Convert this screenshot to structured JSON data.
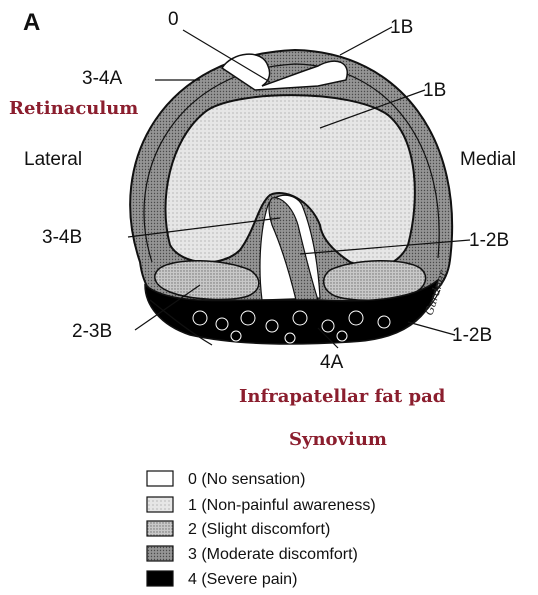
{
  "figure_letter": "A",
  "labels": {
    "zero": "0",
    "one_b_top": "1B",
    "one_b_mid": "1B",
    "three_four_a": "3-4A",
    "lateral": "Lateral",
    "medial": "Medial",
    "three_four_b": "3-4B",
    "one_two_b_right": "1-2B",
    "two_three_b": "2-3B",
    "one_two_b_lower": "1-2B",
    "four_a": "4A"
  },
  "annotations": {
    "retinaculum": "Retinaculum",
    "infrapatellar": "Infrapatellar fat pad",
    "synovium": "Synovium"
  },
  "signature": "Gardner",
  "legend": [
    {
      "text": "0 (No sensation)",
      "color": "#ffffff"
    },
    {
      "text": "1 (Non-painful awareness)",
      "color": "#e4e4e4"
    },
    {
      "text": "2 (Slight discomfort)",
      "color": "#c4c4c4"
    },
    {
      "text": "3 (Moderate discomfort)",
      "color": "#8f8f8f"
    },
    {
      "text": "4 (Severe pain)",
      "color": "#000000"
    }
  ]
}
